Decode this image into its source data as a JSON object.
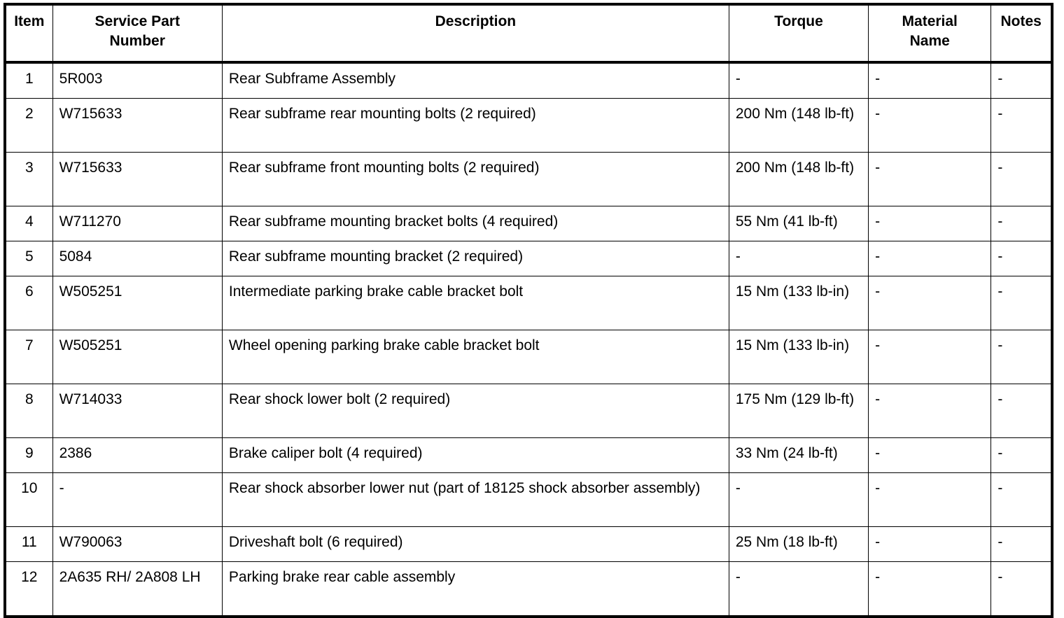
{
  "table": {
    "columns": [
      {
        "key": "item",
        "label": "Item"
      },
      {
        "key": "part",
        "label": "Service Part Number"
      },
      {
        "key": "desc",
        "label": "Description"
      },
      {
        "key": "torque",
        "label": "Torque"
      },
      {
        "key": "material",
        "label": "Material Name"
      },
      {
        "key": "notes",
        "label": "Notes"
      }
    ],
    "header": {
      "item": "Item",
      "part_line1": "Service Part",
      "part_line2": "Number",
      "desc": "Description",
      "torque": "Torque",
      "material_line1": "Material",
      "material_line2": "Name",
      "notes": "Notes"
    },
    "rows": [
      {
        "item": "1",
        "part": "5R003",
        "desc": "Rear Subframe Assembly",
        "torque": "-",
        "material": "-",
        "notes": "-"
      },
      {
        "item": "2",
        "part": "W715633",
        "desc": "Rear subframe rear mounting bolts (2 required)",
        "torque": "200 Nm (148 lb-ft)",
        "material": "-",
        "notes": "-"
      },
      {
        "item": "3",
        "part": "W715633",
        "desc": "Rear subframe front mounting bolts (2 required)",
        "torque": "200 Nm (148 lb-ft)",
        "material": "-",
        "notes": "-"
      },
      {
        "item": "4",
        "part": "W711270",
        "desc": "Rear subframe mounting bracket bolts (4 required)",
        "torque": "55 Nm (41 lb-ft)",
        "material": "-",
        "notes": "-"
      },
      {
        "item": "5",
        "part": "5084",
        "desc": "Rear subframe mounting bracket (2 required)",
        "torque": "-",
        "material": "-",
        "notes": "-"
      },
      {
        "item": "6",
        "part": "W505251",
        "desc": "Intermediate parking brake cable bracket bolt",
        "torque": "15 Nm (133 lb-in)",
        "material": "-",
        "notes": "-"
      },
      {
        "item": "7",
        "part": "W505251",
        "desc": "Wheel opening parking brake cable bracket bolt",
        "torque": "15 Nm (133 lb-in)",
        "material": "-",
        "notes": "-"
      },
      {
        "item": "8",
        "part": "W714033",
        "desc": "Rear shock lower bolt (2 required)",
        "torque": "175 Nm (129 lb-ft)",
        "material": "-",
        "notes": "-"
      },
      {
        "item": "9",
        "part": "2386",
        "desc": "Brake caliper bolt (4 required)",
        "torque": "33 Nm (24 lb-ft)",
        "material": "-",
        "notes": "-"
      },
      {
        "item": "10",
        "part": "-",
        "desc": "Rear shock absorber lower nut (part of 18125 shock absorber assembly)",
        "torque": "-",
        "material": "-",
        "notes": "-"
      },
      {
        "item": "11",
        "part": "W790063",
        "desc": "Driveshaft bolt (6 required)",
        "torque": "25 Nm (18 lb-ft)",
        "material": "-",
        "notes": "-"
      },
      {
        "item": "12",
        "part": "2A635 RH/ 2A808 LH",
        "desc": "Parking brake rear cable assembly",
        "torque": "-",
        "material": "-",
        "notes": "-"
      }
    ],
    "row_heights": [
      "sm",
      "md",
      "md",
      "sm",
      "sm",
      "md",
      "md",
      "md",
      "sm",
      "md",
      "sm",
      "md"
    ]
  }
}
